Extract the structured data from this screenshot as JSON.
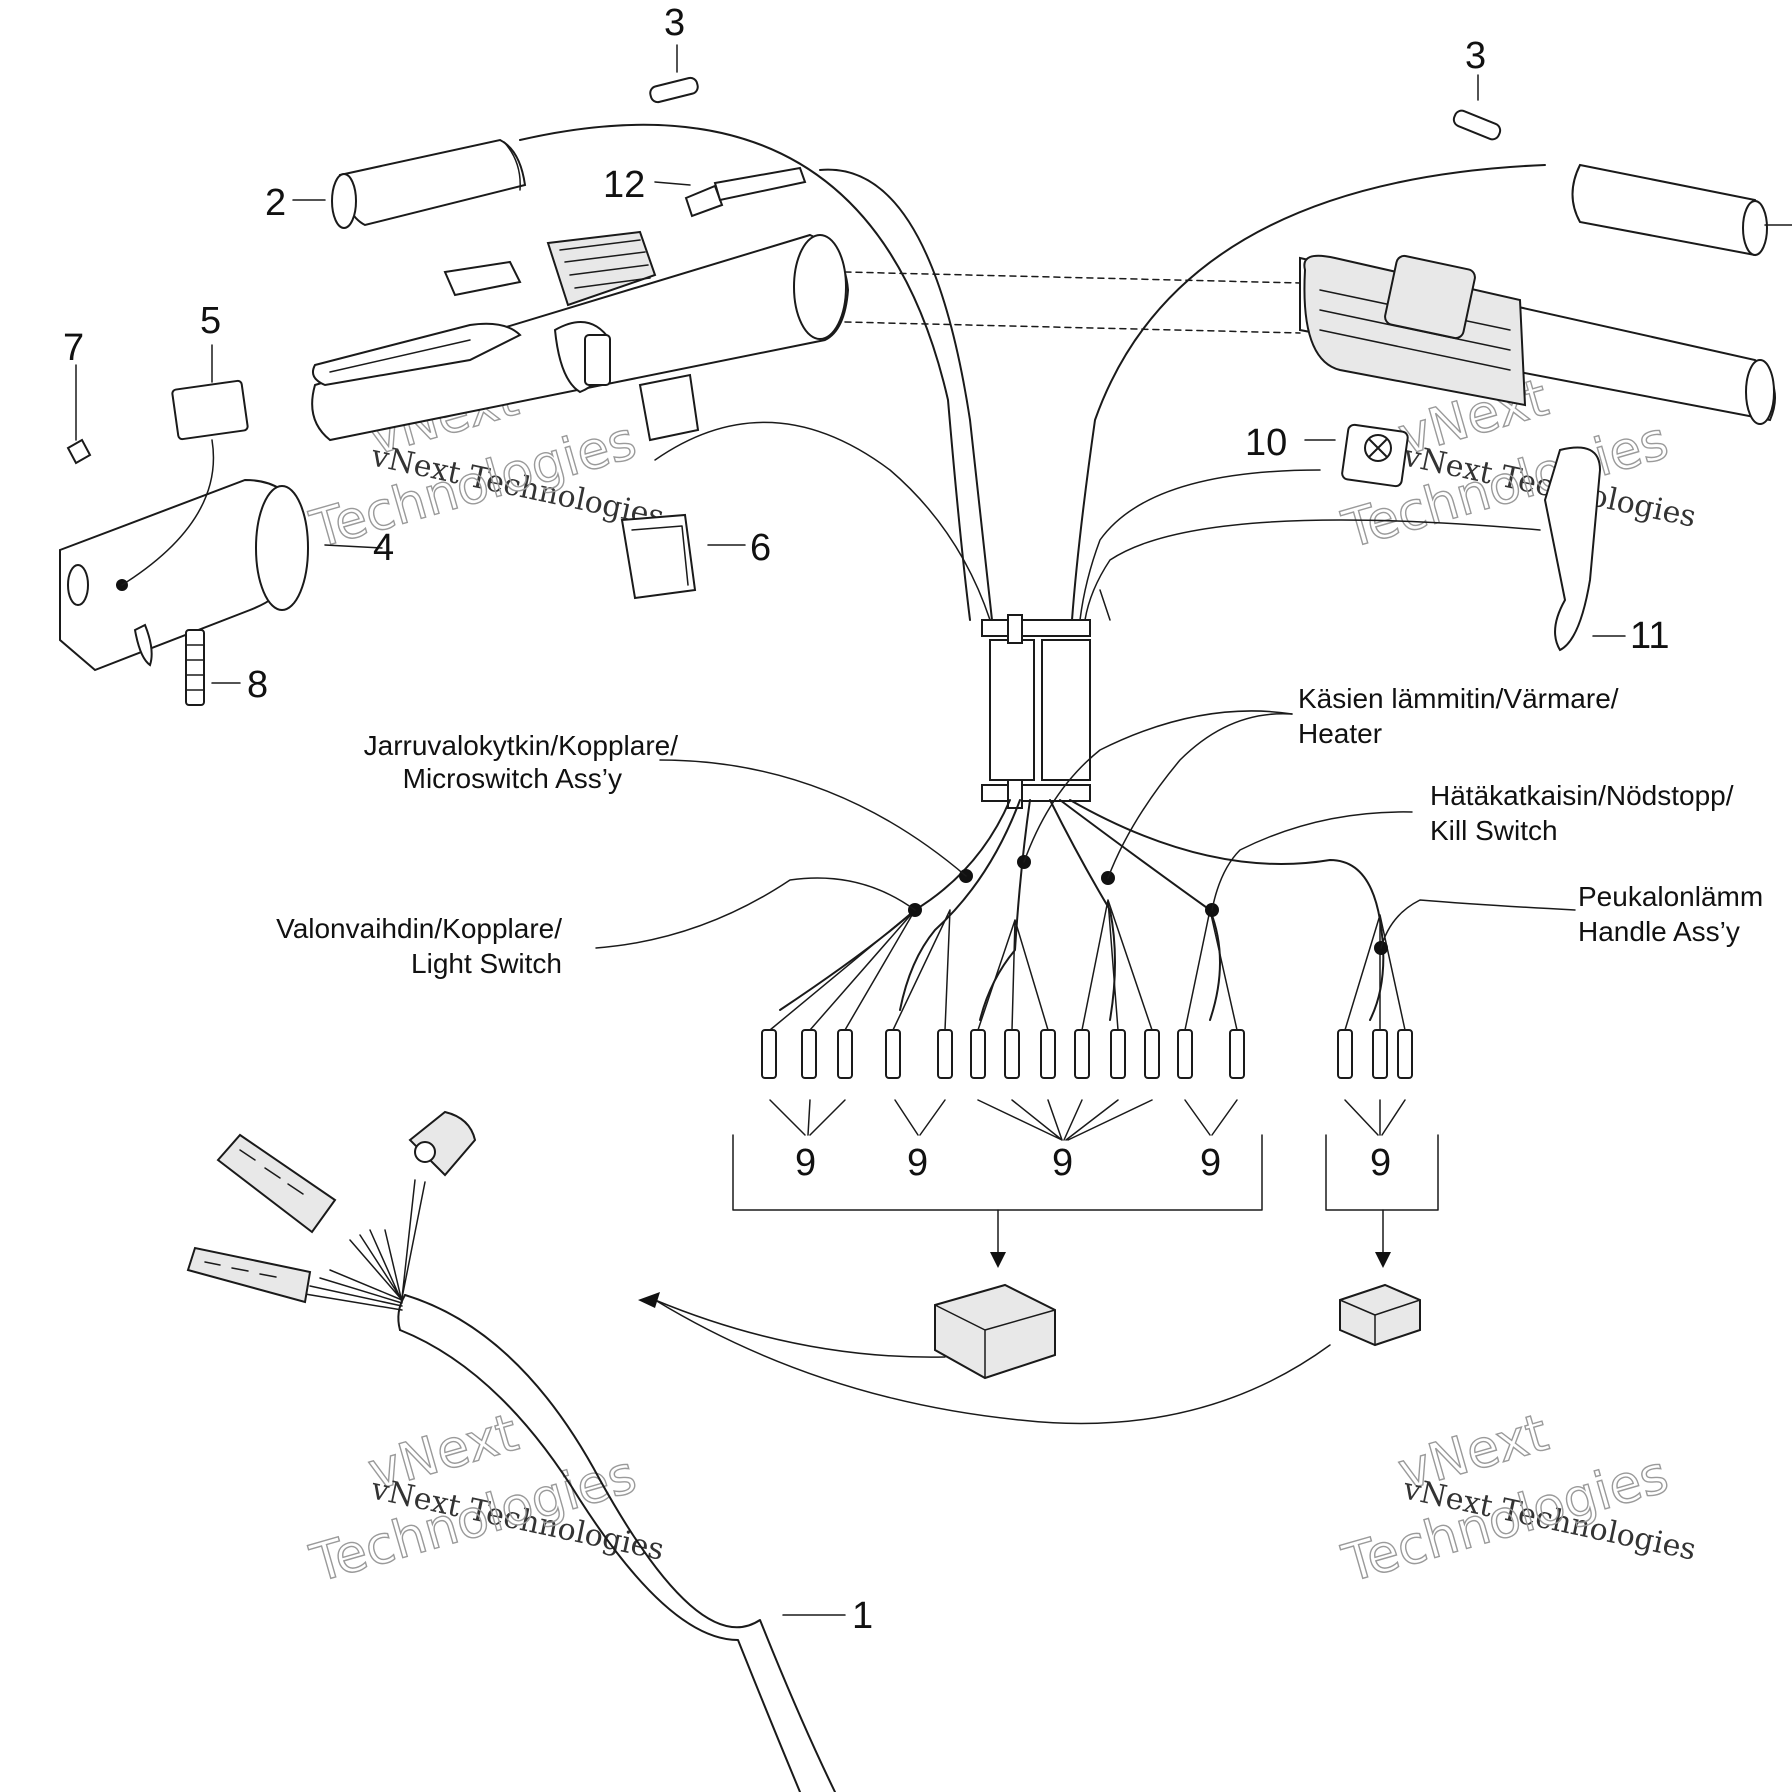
{
  "callouts": {
    "n1": "1",
    "n2": "2",
    "n3a": "3",
    "n3b": "3",
    "n4": "4",
    "n5": "5",
    "n6": "6",
    "n7": "7",
    "n8": "8",
    "n9a": "9",
    "n9b": "9",
    "n9c": "9",
    "n9d": "9",
    "n9e": "9",
    "n10": "10",
    "n11": "11",
    "n12": "12"
  },
  "labels": {
    "heater_1": "Käsien lämmitin/Värmare/",
    "heater_2": "Heater",
    "brake_1": "Jarruvalokytkin/Kopplare/",
    "brake_2": "Microswitch Ass’y",
    "kill_1": "Hätäkatkaisin/Nödstopp/",
    "kill_2": "Kill Switch",
    "light_1": "Valonvaihdin/Kopplare/",
    "light_2": "Light Switch",
    "thumb_1": "Peukalonlämm",
    "thumb_2": "Handle Ass’y"
  },
  "watermark": {
    "line1": "vNext Technologies",
    "line2": "vNext",
    "line3": "Technologies"
  }
}
